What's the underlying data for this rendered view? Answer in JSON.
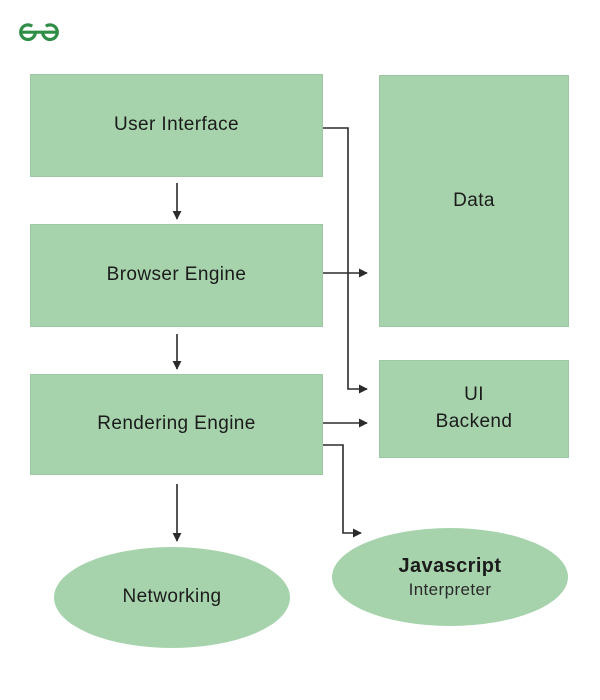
{
  "brand": {
    "logo_icon": "geeksforgeeks-logo",
    "logo_color": "#2F8D46"
  },
  "diagram": {
    "type": "flowchart",
    "subject": "browser-architecture",
    "colors": {
      "node_fill": "#a6d3ac",
      "connector": "#2b2b2b",
      "text": "#1b1b1b",
      "background": "#ffffff"
    },
    "nodes": {
      "user_interface": {
        "label": "User Interface",
        "shape": "rect"
      },
      "browser_engine": {
        "label": "Browser Engine",
        "shape": "rect"
      },
      "rendering_engine": {
        "label": "Rendering Engine",
        "shape": "rect"
      },
      "data": {
        "label": "Data",
        "shape": "rect"
      },
      "ui_backend": {
        "line1": "UI",
        "line2": "Backend",
        "shape": "rect"
      },
      "networking": {
        "label": "Networking",
        "shape": "ellipse"
      },
      "javascript_interpreter": {
        "line1": "Javascript",
        "line2": "Interpreter",
        "shape": "ellipse"
      }
    },
    "edges": [
      {
        "from": "User Interface",
        "to": "Browser Engine",
        "style": "arrow-down"
      },
      {
        "from": "Browser Engine",
        "to": "Rendering Engine",
        "style": "arrow-down"
      },
      {
        "from": "Rendering Engine",
        "to": "Networking",
        "style": "arrow-down"
      },
      {
        "from": "User Interface",
        "to": "UI Backend",
        "style": "elbow-right-down"
      },
      {
        "from": "Browser Engine",
        "to": "Data",
        "style": "arrow-right"
      },
      {
        "from": "Rendering Engine",
        "to": "UI Backend",
        "style": "arrow-right"
      },
      {
        "from": "Rendering Engine",
        "to": "Javascript Interpreter",
        "style": "elbow-right-down"
      }
    ]
  }
}
